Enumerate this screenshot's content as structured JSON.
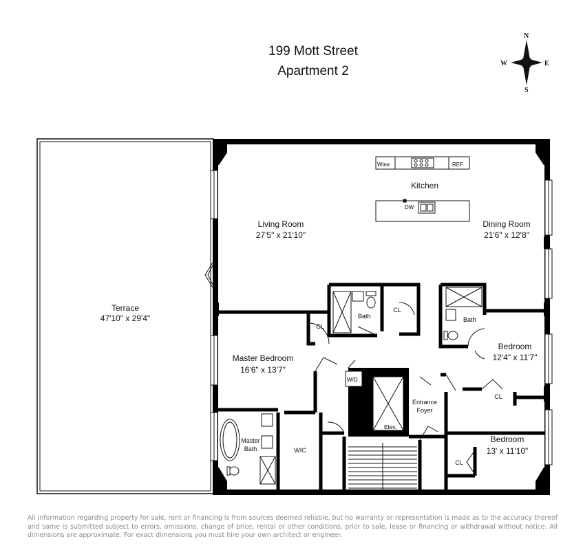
{
  "header": {
    "address": "199 Mott Street",
    "unit": "Apartment 2"
  },
  "compass": {
    "n": "N",
    "s": "S",
    "e": "E",
    "w": "W"
  },
  "rooms": {
    "terrace": {
      "name": "Terrace",
      "dims": "47'10\" x 29'4\""
    },
    "living": {
      "name": "Living Room",
      "dims": "27'5\" x 21'10\""
    },
    "kitchen": {
      "name": "Kitchen"
    },
    "dining": {
      "name": "Dining Room",
      "dims": "21'6\" x 12'8\""
    },
    "master_bedroom": {
      "name": "Master Bedroom",
      "dims": "16'6\" x 13'7\""
    },
    "bedroom_1": {
      "name": "Bedroom",
      "dims": "12'4\" x 11'7\""
    },
    "bedroom_2": {
      "name": "Bedroom",
      "dims": "13' x 11'10\""
    },
    "master_bath": {
      "line1": "Master",
      "line2": "Bath"
    },
    "bath_center": "Bath",
    "bath_right": "Bath",
    "wic": "WIC",
    "foyer": {
      "line1": "Entrance",
      "line2": "Foyer"
    },
    "elevator": "Elev."
  },
  "fixtures": {
    "wine": "Wine",
    "ref": "REF",
    "dw": "DW",
    "wd": "W/D",
    "closet": "CL"
  },
  "disclaimer": "All information regarding property for sale, rent or financing is from sources deemed reliable, but no warranty or representation is made as to the accuracy thereof and same is submitted subject to errors, omissions, change of price, rental or other conditions, prior to sale, lease or financing or withdrawal without notice. All dimensions are approximate. For exact dimensions you must hire your own architect or engineer."
}
